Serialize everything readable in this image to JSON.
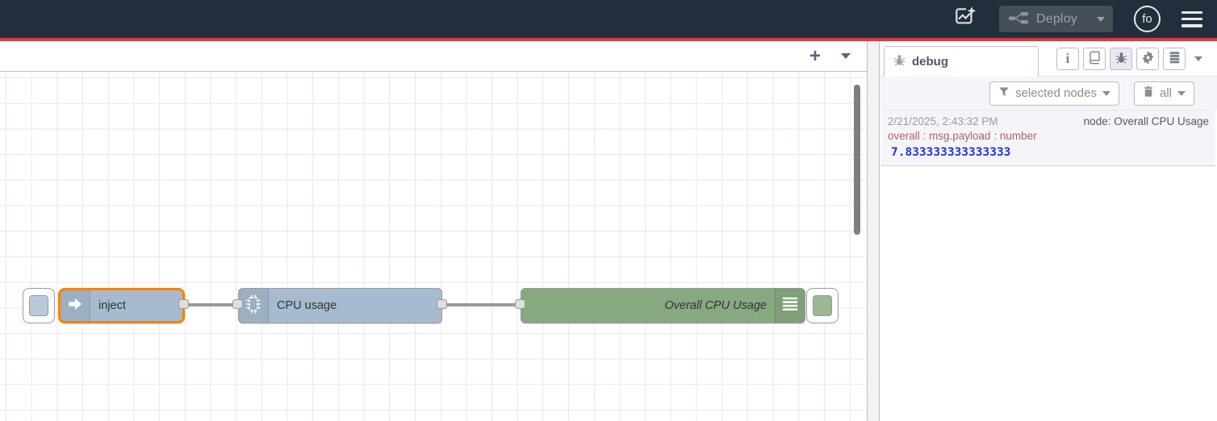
{
  "header": {
    "deploy_label": "Deploy",
    "avatar_initials": "fo"
  },
  "workspace": {
    "add_tab_icon": "+"
  },
  "flow": {
    "nodes": [
      {
        "id": "inject",
        "type": "inject",
        "label": "inject",
        "selected": true
      },
      {
        "id": "cpu",
        "type": "cpu",
        "label": "CPU usage",
        "selected": false
      },
      {
        "id": "debug",
        "type": "debug",
        "label": "Overall CPU Usage",
        "selected": false
      }
    ]
  },
  "sidebar": {
    "tab_label": "debug",
    "filter_label": "selected nodes",
    "clear_label": "all",
    "messages": [
      {
        "timestamp": "2/21/2025, 2:43:32 PM",
        "node": "node: Overall CPU Usage",
        "property": "overall : msg.payload : number",
        "value": "7.833333333333333",
        "value_type": "number"
      }
    ]
  },
  "colors": {
    "header_bg": "#232e3d",
    "accent_red": "#d43c3f",
    "node_blue": "#a6bbcf",
    "node_green": "#87a980",
    "selection_orange": "#ff8000",
    "wire_gray": "#999999",
    "grid_line": "#e7e7f3",
    "debug_number_blue": "#2434dd",
    "debug_property_red": "#aa6666"
  }
}
